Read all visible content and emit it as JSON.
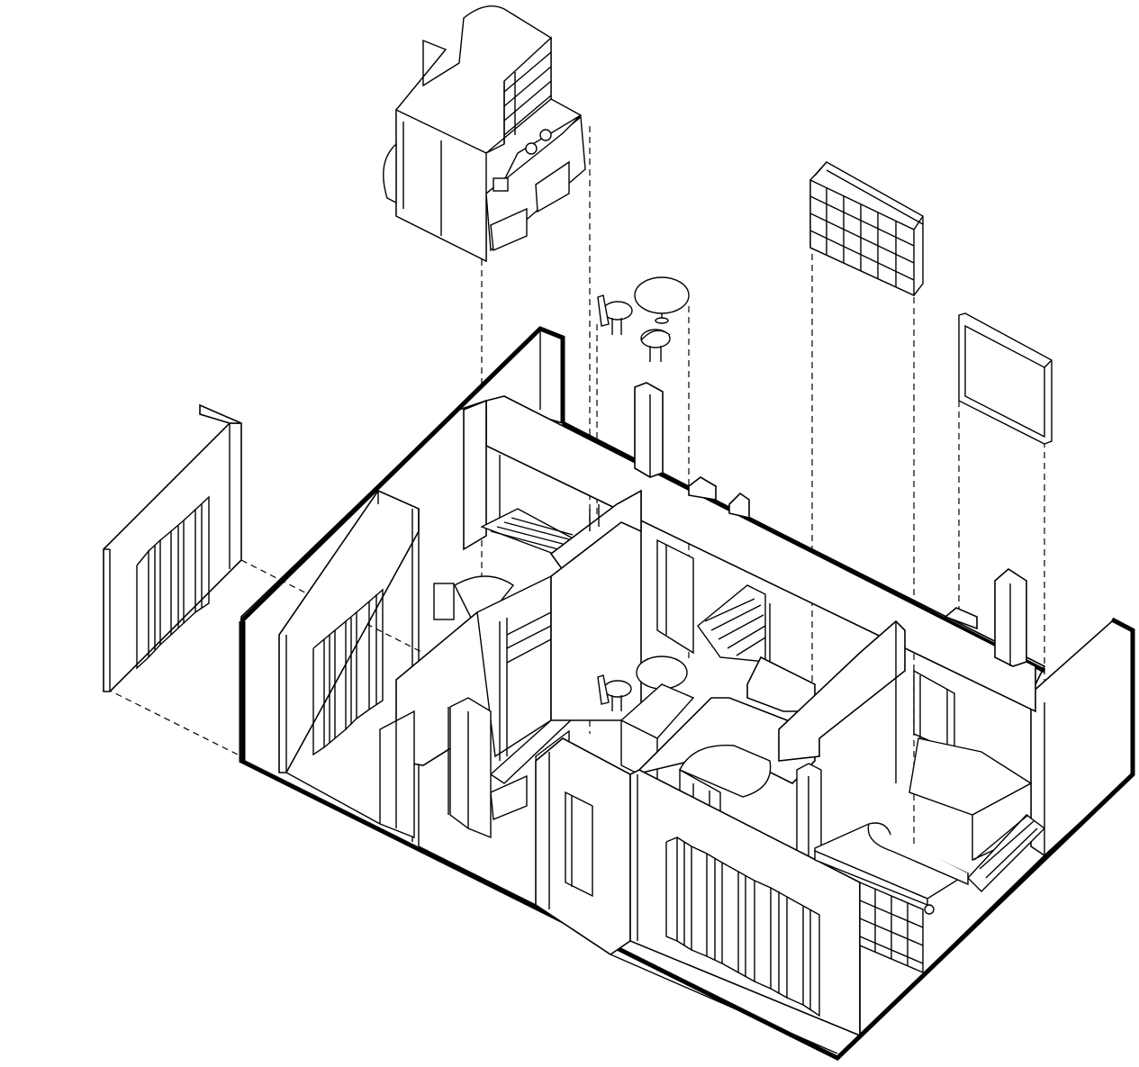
{
  "drawing": {
    "kind": "exploded isometric apartment floor plan",
    "colors": {
      "ink": "#000000",
      "paper": "#ffffff"
    },
    "exploded_parts": [
      "folding-door-panel",
      "kitchen-unit",
      "round-table-and-stools",
      "grid-bookshelf",
      "framed-panel"
    ]
  }
}
